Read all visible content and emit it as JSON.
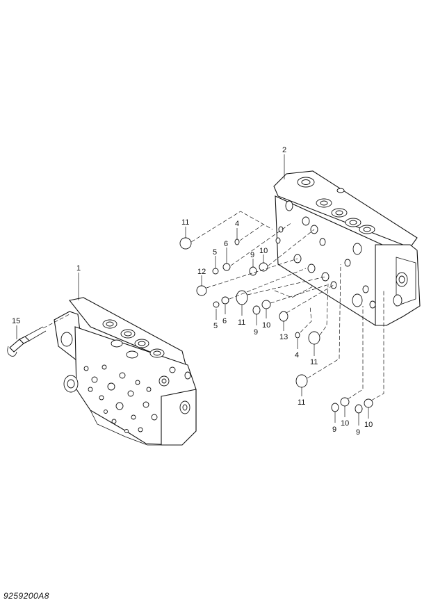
{
  "labels": {
    "p1": "1",
    "p2": "2",
    "p4a": "4",
    "p4b": "4",
    "p5a": "5",
    "p5b": "5",
    "p6a": "6",
    "p6b": "6",
    "p9a": "9",
    "p9b": "9",
    "p9c": "9",
    "p9d": "9",
    "p10a": "10",
    "p10b": "10",
    "p10c": "10",
    "p10d": "10",
    "p11a": "11",
    "p11b": "11",
    "p11c": "11",
    "p11d": "11",
    "p12": "12",
    "p13": "13",
    "p15": "15"
  },
  "diagram_code": "9259200A8"
}
